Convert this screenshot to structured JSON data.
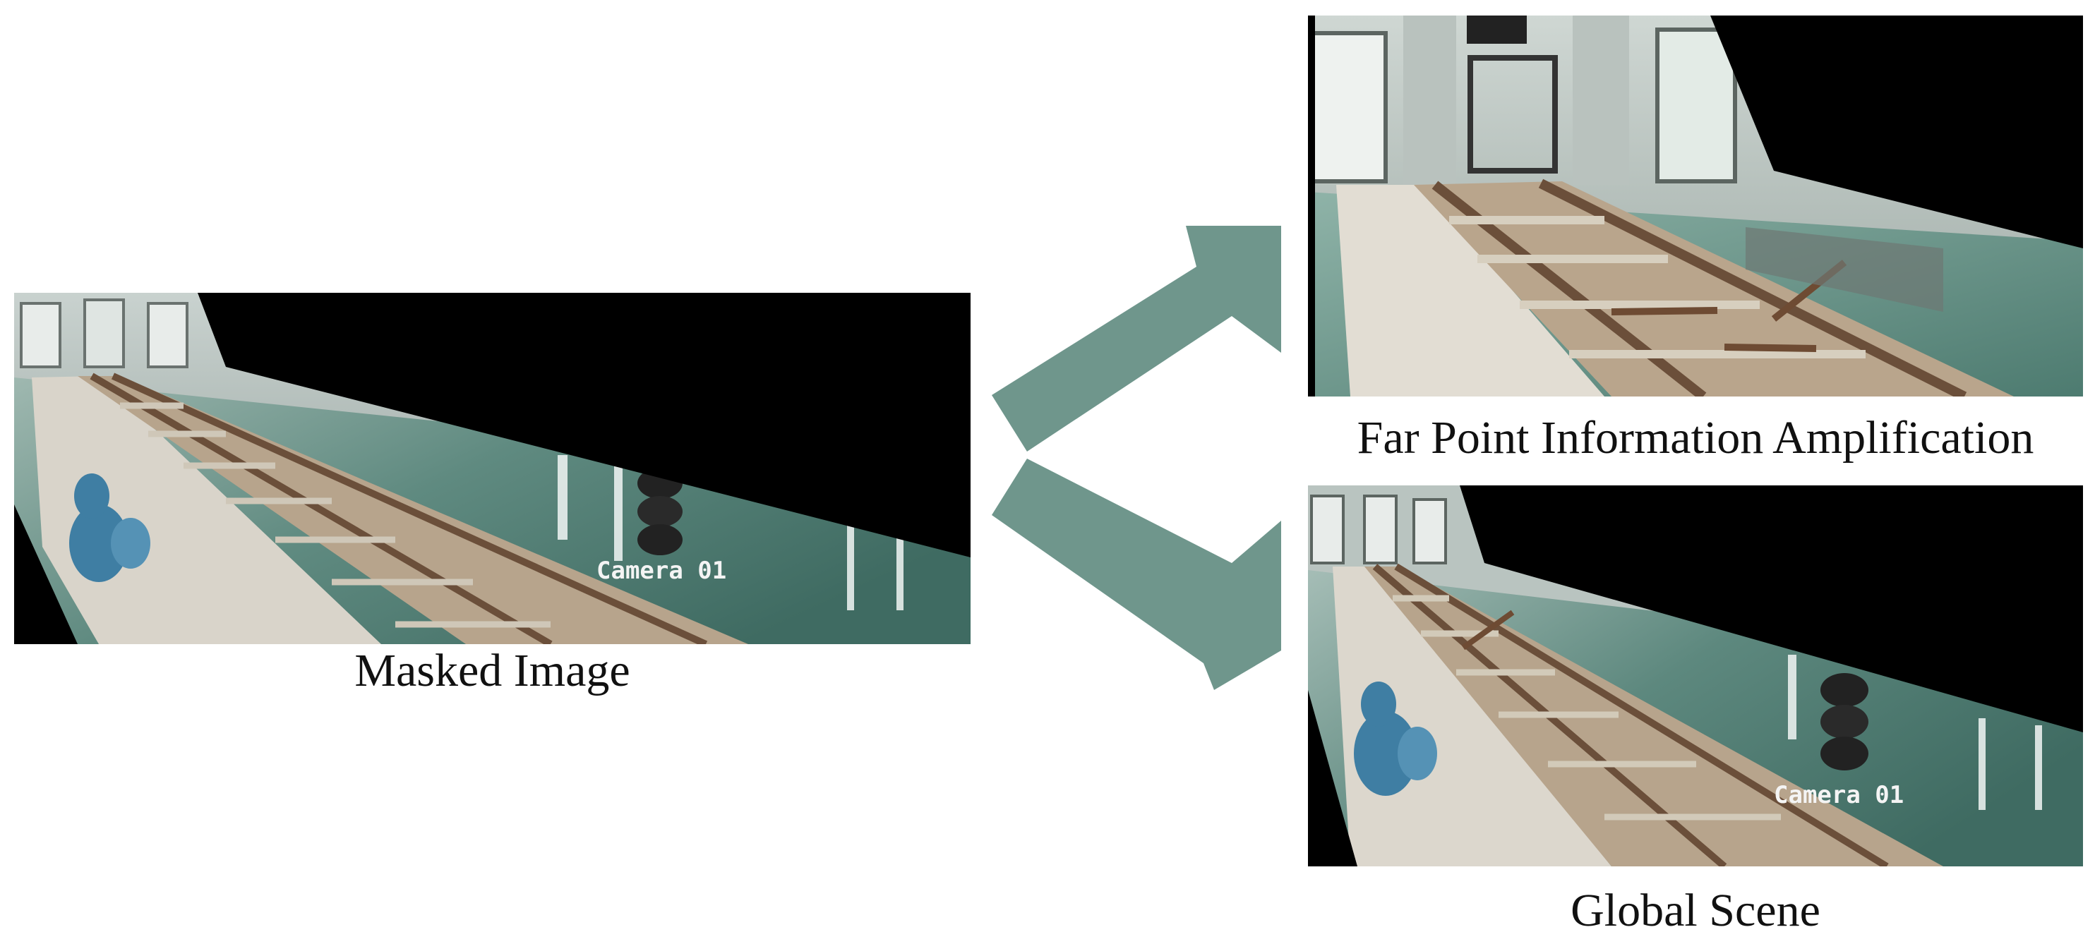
{
  "diagram": {
    "input": {
      "caption": "Masked Image",
      "overlay_text": "Camera 01"
    },
    "outputs": [
      {
        "caption": "Far Point Information Amplification"
      },
      {
        "caption": "Global Scene",
        "overlay_text": "Camera 01"
      }
    ],
    "arrow_color": "#6f968c",
    "mask_color": "#000000"
  }
}
